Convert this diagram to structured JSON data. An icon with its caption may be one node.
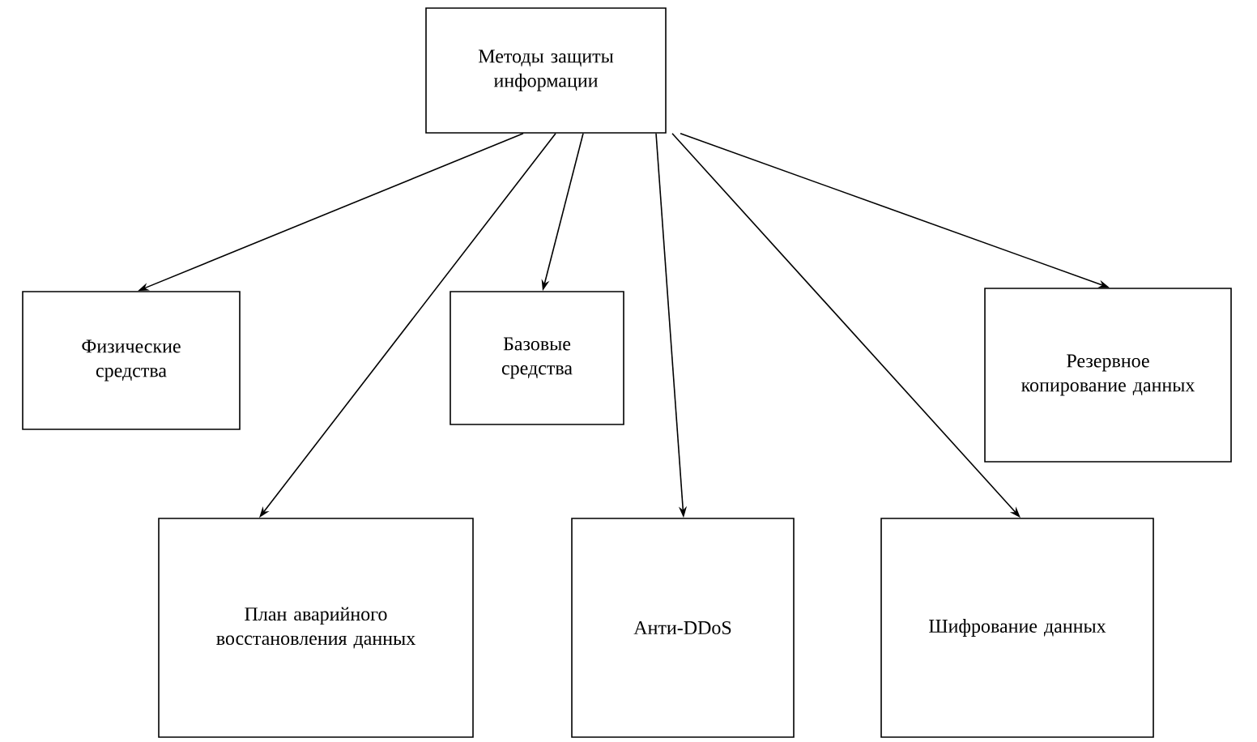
{
  "diagram": {
    "nodes": [
      {
        "text": [
          "Методы защиты информации"
        ]
      },
      {
        "text": [
          "Физические средства"
        ]
      },
      {
        "text": [
          "Базовые средства"
        ]
      },
      {
        "text": [
          "Резервное копирование данных"
        ]
      },
      {
        "text": [
          "План аварийного восстановления данных"
        ]
      },
      {
        "text": [
          "Анти-DDoS"
        ]
      },
      {
        "text": [
          "Шифрование данных"
        ]
      }
    ],
    "edges": [
      {
        "from": 0,
        "to": 1,
        "arrow": "to"
      },
      {
        "from": 0,
        "to": 4,
        "arrow": "to"
      },
      {
        "from": 0,
        "to": 2,
        "arrow": "to"
      },
      {
        "from": 0,
        "to": 5,
        "arrow": "to"
      },
      {
        "from": 0,
        "to": 6,
        "arrow": "to"
      },
      {
        "from": 0,
        "to": 3,
        "arrow": "to"
      }
    ]
  }
}
